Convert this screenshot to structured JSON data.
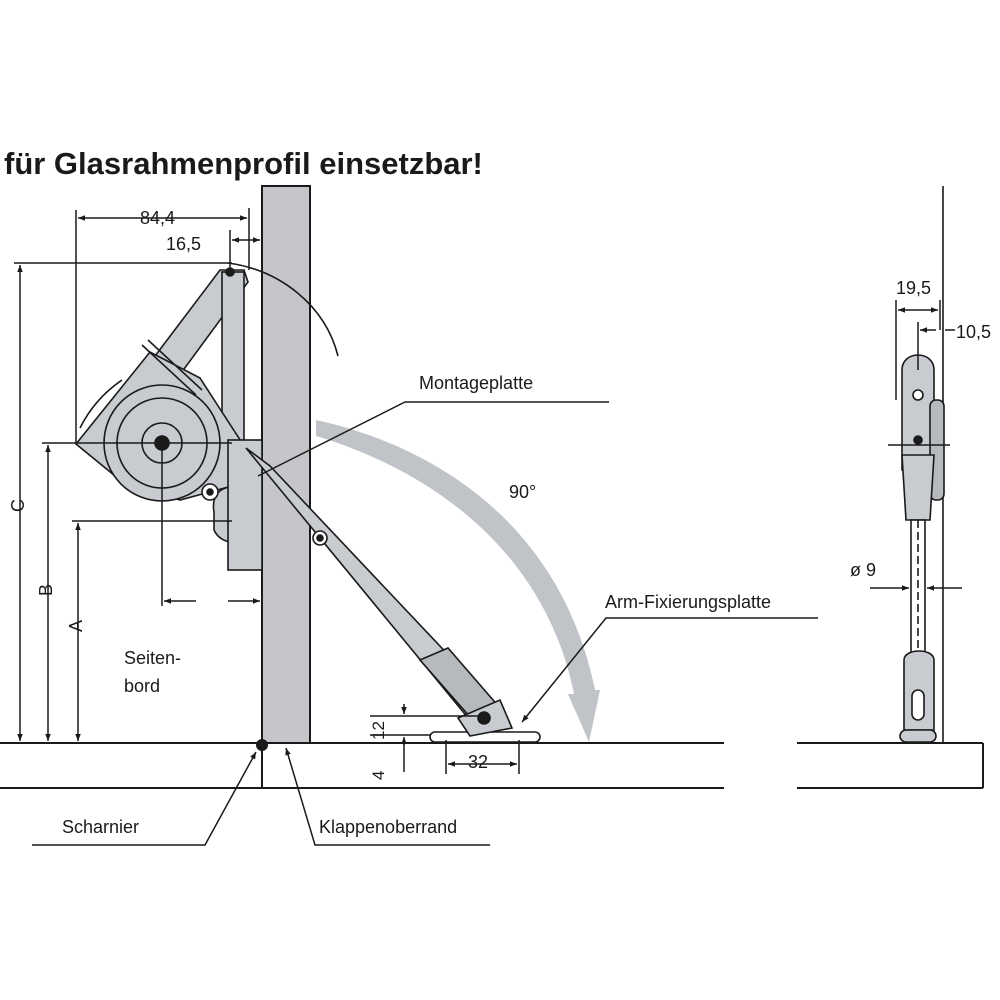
{
  "title": "für Glasrahmenprofil einsetzbar!",
  "dimensions": {
    "d84": "84,4",
    "d16": "16,5",
    "d19": "19,5",
    "d10": "10,5",
    "dia": "ø 9",
    "d12": "12",
    "d4": "4",
    "d32": "32",
    "angle": "90°"
  },
  "axis_letters": {
    "c": "C",
    "b": "B",
    "a": "A"
  },
  "labels": {
    "montageplatte": "Montageplatte",
    "arm_fix": "Arm-Fixierungsplatte",
    "seitenbord_1": "Seiten-",
    "seitenbord_2": "bord",
    "scharnier": "Scharnier",
    "klappenoberrand": "Klappenoberrand"
  },
  "colors": {
    "line": "#1a1a1a",
    "part_fill": "#c8cbcf",
    "panel_fill": "#c4c6ca",
    "arrow_fill": "#c0c3c7"
  }
}
